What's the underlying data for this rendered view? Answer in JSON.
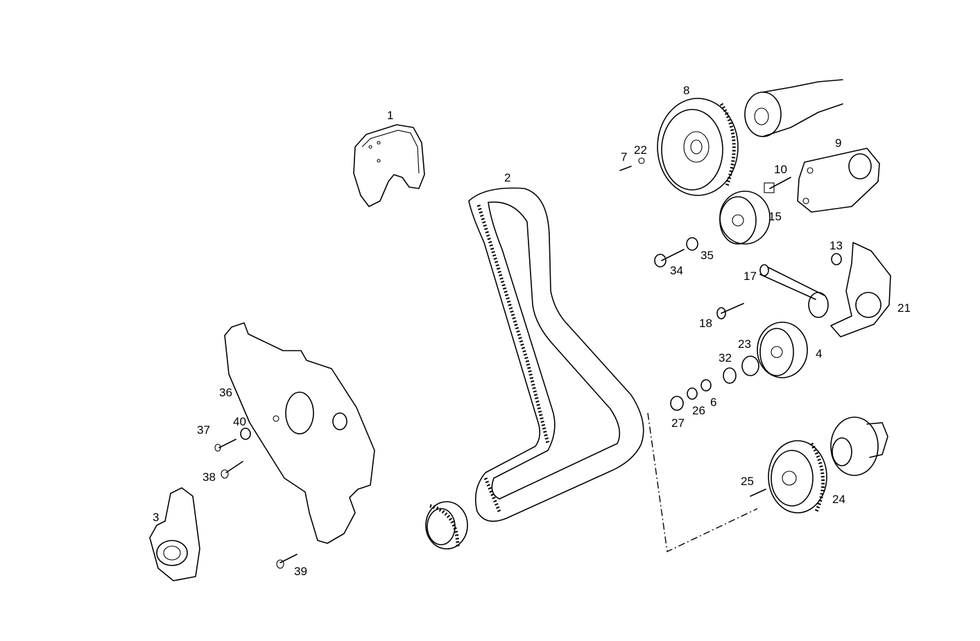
{
  "diagram": {
    "callouts": [
      "1",
      "2",
      "3",
      "4",
      "6",
      "7",
      "8",
      "9",
      "10",
      "13",
      "15",
      "17",
      "18",
      "21",
      "22",
      "23",
      "24",
      "25",
      "26",
      "27",
      "32",
      "34",
      "35",
      "36",
      "37",
      "38",
      "39",
      "40"
    ]
  }
}
